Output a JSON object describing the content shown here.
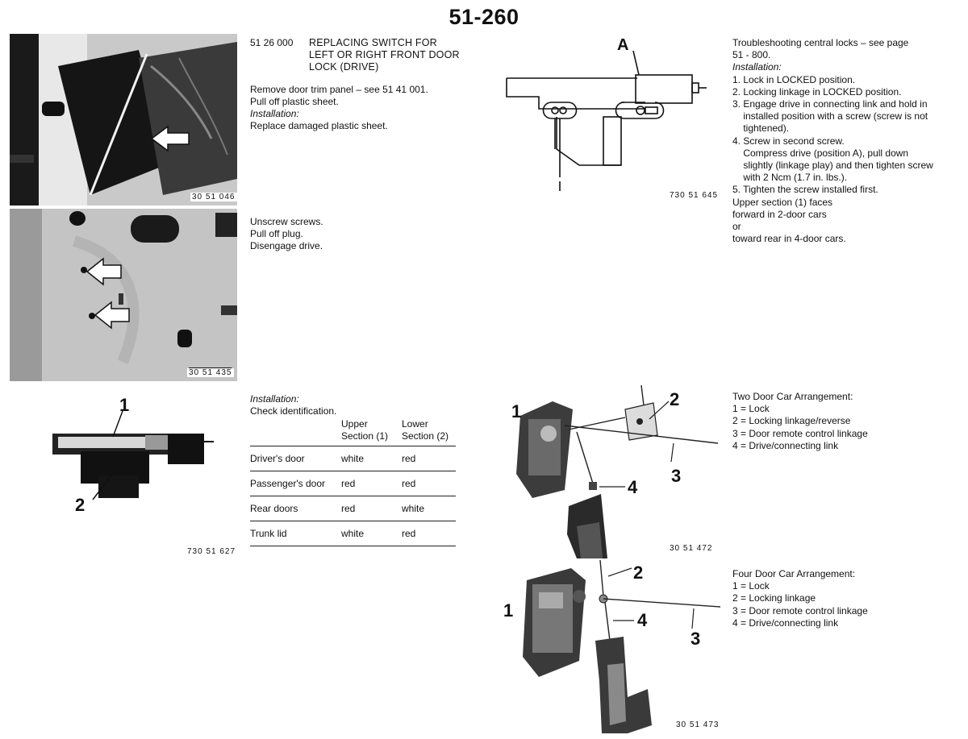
{
  "page_number": "51-260",
  "section1": {
    "code": "51 26 000",
    "title_lines": [
      "REPLACING SWITCH FOR",
      "LEFT OR RIGHT FRONT DOOR",
      "LOCK (DRIVE)"
    ],
    "steps": [
      "Remove door trim panel – see 51 41 001.",
      "Pull off plastic sheet."
    ],
    "installation_label": "Installation:",
    "installation_steps": [
      "Replace damaged plastic sheet."
    ],
    "figure_ref": "30 51 046"
  },
  "section2": {
    "steps": [
      "Unscrew screws.",
      "Pull off plug.",
      "Disengage drive."
    ],
    "figure_ref": "30 51 435"
  },
  "section3": {
    "installation_label": "Installation:",
    "instruction": "Check identification.",
    "table": {
      "headers": [
        [
          "Upper",
          "Section (1)"
        ],
        [
          "Lower",
          "Section (2)"
        ]
      ],
      "rows": [
        {
          "label": "Driver's door",
          "upper": "white",
          "lower": "red"
        },
        {
          "label": "Passenger's door",
          "upper": "red",
          "lower": "red"
        },
        {
          "label": "Rear doors",
          "upper": "red",
          "lower": "white"
        },
        {
          "label": "Trunk lid",
          "upper": "white",
          "lower": "red"
        }
      ]
    },
    "figure_ref": "730 51 627",
    "callouts": [
      "1",
      "2"
    ]
  },
  "section4": {
    "figure_ref": "730 51 645",
    "callout": "A",
    "lines": [
      "Troubleshooting central locks – see page",
      "51 - 800."
    ],
    "installation_label": "Installation:",
    "steps": [
      "1. Lock in LOCKED position.",
      "2. Locking linkage in LOCKED position.",
      "3. Engage drive in connecting link and hold in",
      "    installed position with a screw (screw is not",
      "    tightened).",
      "4. Screw in second screw.",
      "    Compress drive (position A), pull down",
      "    slightly (linkage play) and then tighten screw",
      "    with 2 Ncm (1.7 in. lbs.).",
      "5. Tighten the screw installed first.",
      "Upper section (1) faces",
      "forward in 2-door cars",
      "or",
      "toward rear in 4-door cars."
    ]
  },
  "section5": {
    "title": "Two Door Car Arrangement:",
    "items": [
      "1 = Lock",
      "2 = Locking linkage/reverse",
      "3 = Door remote control linkage",
      "4 = Drive/connecting link"
    ],
    "figure_ref": "30 51 472",
    "callouts": [
      "1",
      "2",
      "3",
      "4"
    ]
  },
  "section6": {
    "title": "Four Door Car Arrangement:",
    "items": [
      "1 = Lock",
      "2 = Locking linkage",
      "3 = Door remote control linkage",
      "4 = Drive/connecting link"
    ],
    "figure_ref": "30 51 473",
    "callouts": [
      "1",
      "2",
      "3",
      "4"
    ]
  }
}
